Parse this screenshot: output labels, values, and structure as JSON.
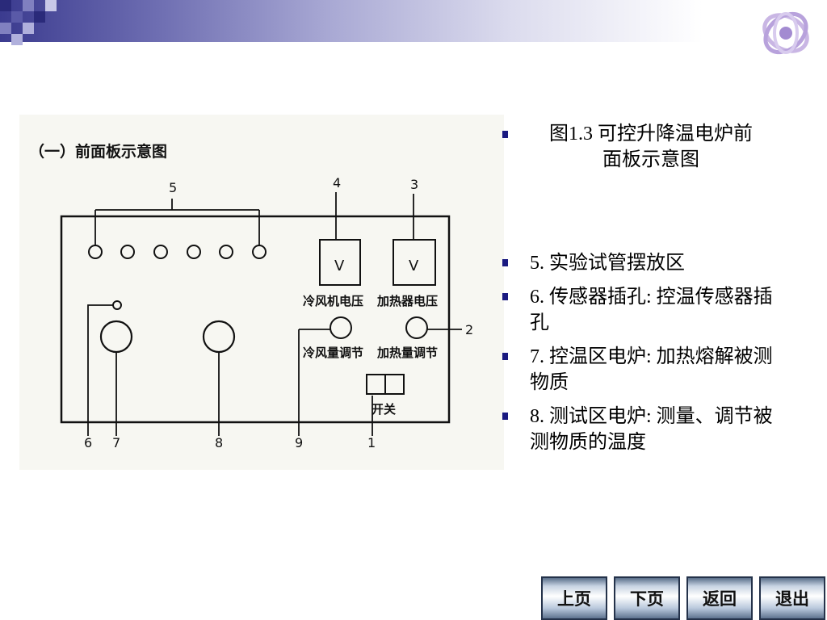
{
  "diagram": {
    "section_title": "（一）前面板示意图",
    "label_cold_fan_voltage": "冷风机电压",
    "label_heater_voltage": "加热器电压",
    "label_cold_fan_adjust": "冷风量调节",
    "label_heat_adjust": "加热量调节",
    "label_switch": "开关",
    "meter_symbol": "V",
    "callouts": [
      "1",
      "2",
      "3",
      "4",
      "5",
      "6",
      "7",
      "8",
      "9"
    ]
  },
  "bullets": [
    "图1.3 可控升降温电炉前面板示意图",
    "5. 实验试管摆放区",
    "6. 传感器插孔: 控温传感器插孔",
    "7. 控温区电炉: 加热熔解被测物质",
    "8. 测试区电炉: 测量、调节被测物质的温度"
  ],
  "title_line1": "图1.3 可控升降温电炉前",
  "title_line2": "面板示意图",
  "nav": {
    "prev": "上页",
    "next": "下页",
    "back": "返回",
    "exit": "退出"
  },
  "colors": {
    "bullet_mark": "#1a1a80",
    "band_dark": "#3b3b8f"
  }
}
